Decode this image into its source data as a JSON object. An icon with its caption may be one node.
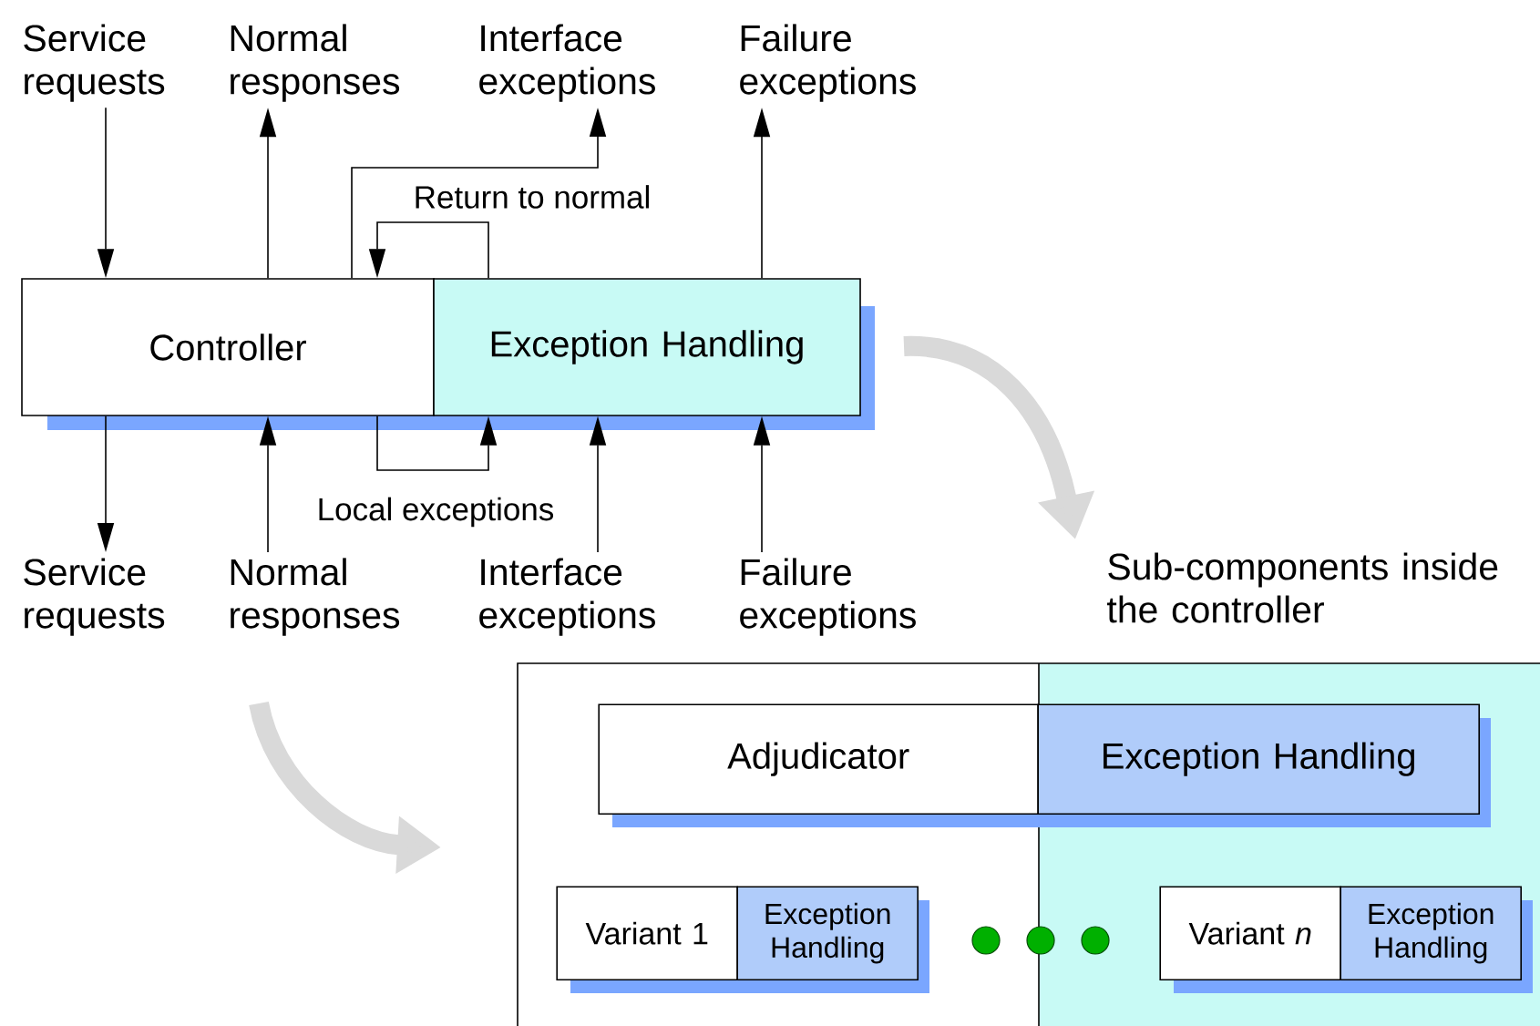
{
  "diagram": {
    "nodes": [
      {
        "text": [
          "Service requests"
        ]
      },
      {
        "text": [
          "Normal responses"
        ]
      },
      {
        "text": [
          "Interface exceptions"
        ]
      },
      {
        "text": [
          "Failure exceptions"
        ]
      },
      {
        "text": [
          "Controller"
        ]
      },
      {
        "text": [
          "Exception Handling"
        ]
      },
      {
        "text": [
          "Service requests"
        ]
      },
      {
        "text": [
          "Normal responses"
        ]
      },
      {
        "text": [
          "Interface exceptions"
        ]
      },
      {
        "text": [
          "Failure exceptions"
        ]
      },
      {
        "text": [
          "Sub-components inside the controller"
        ]
      },
      {
        "text": [
          "Adjudicator"
        ],
        "in": 10
      },
      {
        "text": [
          "Exception Handling"
        ],
        "in": 10
      },
      {
        "text": [
          "Variant 1"
        ],
        "in": 10
      },
      {
        "text": [
          "Exception Handling"
        ],
        "in": 10
      },
      {
        "text": [
          "Variant *n*"
        ],
        "in": 10
      },
      {
        "text": [
          "Exception Handling"
        ],
        "in": 10
      }
    ],
    "edges": [
      {
        "from": 0,
        "to": 4,
        "arrow": "to"
      },
      {
        "from": 4,
        "to": 1,
        "arrow": "to"
      },
      {
        "from": 4,
        "to": 2,
        "arrow": "to"
      },
      {
        "from": 5,
        "to": 3,
        "arrow": "to"
      },
      {
        "from": 5,
        "to": 4,
        "arrow": "to",
        "label": "Return to normal"
      },
      {
        "from": 4,
        "to": 5,
        "arrow": "to",
        "label": "Local exceptions"
      },
      {
        "from": 4,
        "to": 6,
        "arrow": "to"
      },
      {
        "from": 7,
        "to": 4,
        "arrow": "to"
      },
      {
        "from": 8,
        "to": 5,
        "arrow": "to"
      },
      {
        "from": 9,
        "to": 5,
        "arrow": "to"
      }
    ]
  }
}
